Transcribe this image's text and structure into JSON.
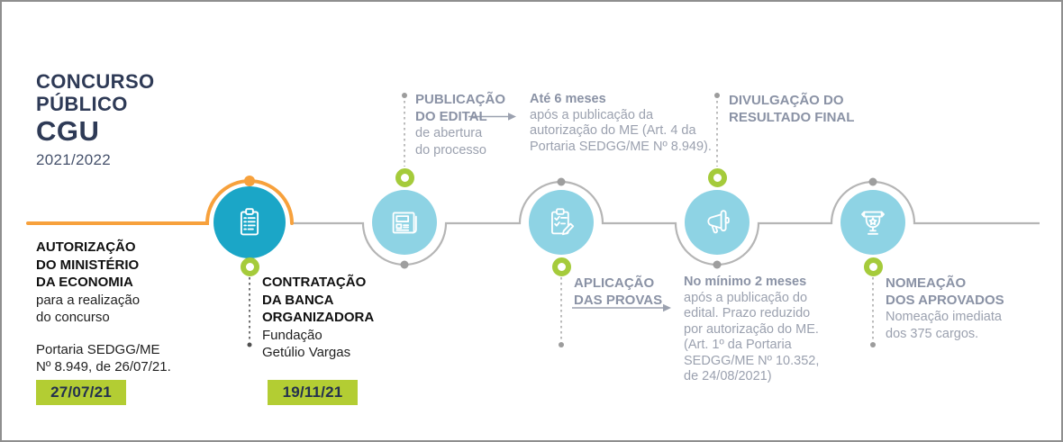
{
  "header": {
    "title_line1": "CONCURSO",
    "title_line2": "PÚBLICO",
    "title_line3": "CGU",
    "subtitle": "2021/2022"
  },
  "colors": {
    "navy": "#2e3a56",
    "orange": "#f7a13c",
    "teal": "#1ba6c7",
    "light_blue": "#8ed3e4",
    "lime_badge": "#b3cd33",
    "lime_ring": "#a5cb3b",
    "gray_title_text": "#8a92a5",
    "gray_body_text": "#9ba1af",
    "timeline_gray": "#b5b5b5"
  },
  "authorization": {
    "title": "AUTORIZAÇÃO\nDO MINISTÉRIO\nDA ECONOMIA",
    "description": "para a realização\ndo concurso",
    "note": "Portaria SEDGG/ME\nNº 8.949, de 26/07/21.",
    "date_badge": "27/07/21"
  },
  "milestones": [
    {
      "id": "contratacao-banca",
      "icon": "clipboard-icon",
      "title": "CONTRATAÇÃO\nDA BANCA\nORGANIZADORA",
      "description": "Fundação\nGetúlio Vargas",
      "date_badge": "19/11/21"
    },
    {
      "id": "publicacao-edital",
      "icon": "newspaper-icon",
      "title": "PUBLICAÇÃO\nDO EDITAL",
      "description": "de abertura\ndo processo",
      "side_note_title": "Até 6 meses",
      "side_note": "após a publicação da\nautorização do ME (Art. 4 da\nPortaria SEDGG/ME Nº 8.949)."
    },
    {
      "id": "aplicacao-provas",
      "icon": "exam-checklist-icon",
      "title": "APLICAÇÃO\nDAS PROVAS",
      "side_note_title": "No mínimo 2 meses",
      "side_note": "após a publicação do\nedital. Prazo reduzido\npor autorização do ME.\n(Art. 1º da Portaria\nSEDGG/ME Nº 10.352,\nde 24/08/2021)"
    },
    {
      "id": "divulgacao-resultado",
      "icon": "megaphone-icon",
      "title": "DIVULGAÇÃO DO\nRESULTADO FINAL"
    },
    {
      "id": "nomeacao-aprovados",
      "icon": "trophy-icon",
      "title": "NOMEAÇÃO\nDOS APROVADOS",
      "description": "Nomeação imediata\ndos 375 cargos."
    }
  ]
}
